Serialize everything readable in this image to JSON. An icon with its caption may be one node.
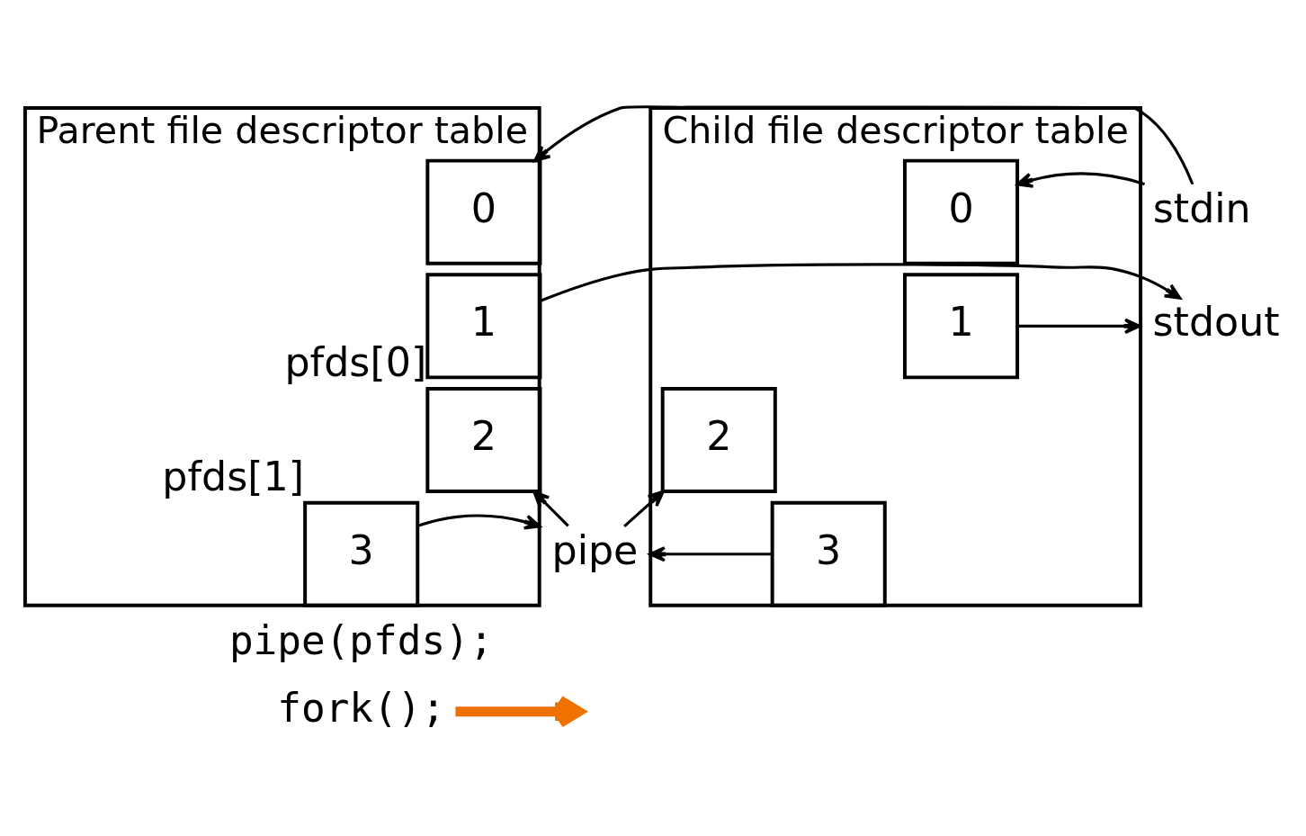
{
  "diagram": {
    "nodes": [
      {
        "text": [
          "Parent file descriptor table"
        ]
      },
      {
        "text": [
          "0"
        ],
        "in": 0
      },
      {
        "text": [
          "1"
        ],
        "in": 0
      },
      {
        "text": [
          "2"
        ],
        "in": 0,
        "beside": [
          "pfds[0]"
        ]
      },
      {
        "text": [
          "3"
        ],
        "in": 0,
        "beside": [
          "pfds[1]"
        ]
      },
      {
        "text": [
          "stdin"
        ]
      },
      {
        "text": [
          "stdout"
        ]
      },
      {
        "text": [
          "pipe"
        ]
      },
      {
        "text": [
          "Child file descriptor table"
        ]
      },
      {
        "text": [
          "0"
        ],
        "in": 8
      },
      {
        "text": [
          "1"
        ],
        "in": 8
      },
      {
        "text": [
          "2"
        ],
        "in": 8
      },
      {
        "text": [
          "3"
        ],
        "in": 8
      },
      {
        "text": [
          "pipe(pfds);"
        ]
      },
      {
        "text": [
          "fork();"
        ]
      }
    ],
    "edges": [
      {
        "from": 5,
        "to": 1,
        "arrow": "to"
      },
      {
        "from": 5,
        "to": 9,
        "arrow": "to"
      },
      {
        "from": 2,
        "to": 6,
        "arrow": "to"
      },
      {
        "from": 10,
        "to": 6,
        "arrow": "to"
      },
      {
        "from": 7,
        "to": 3,
        "arrow": "to"
      },
      {
        "from": 7,
        "to": 11,
        "arrow": "to"
      },
      {
        "from": 4,
        "to": 7,
        "arrow": "to"
      },
      {
        "from": 12,
        "to": 7,
        "arrow": "to"
      },
      {
        "from": 14,
        "to": null,
        "arrow": "to",
        "style": "thick",
        "color": "#f07000"
      }
    ]
  }
}
